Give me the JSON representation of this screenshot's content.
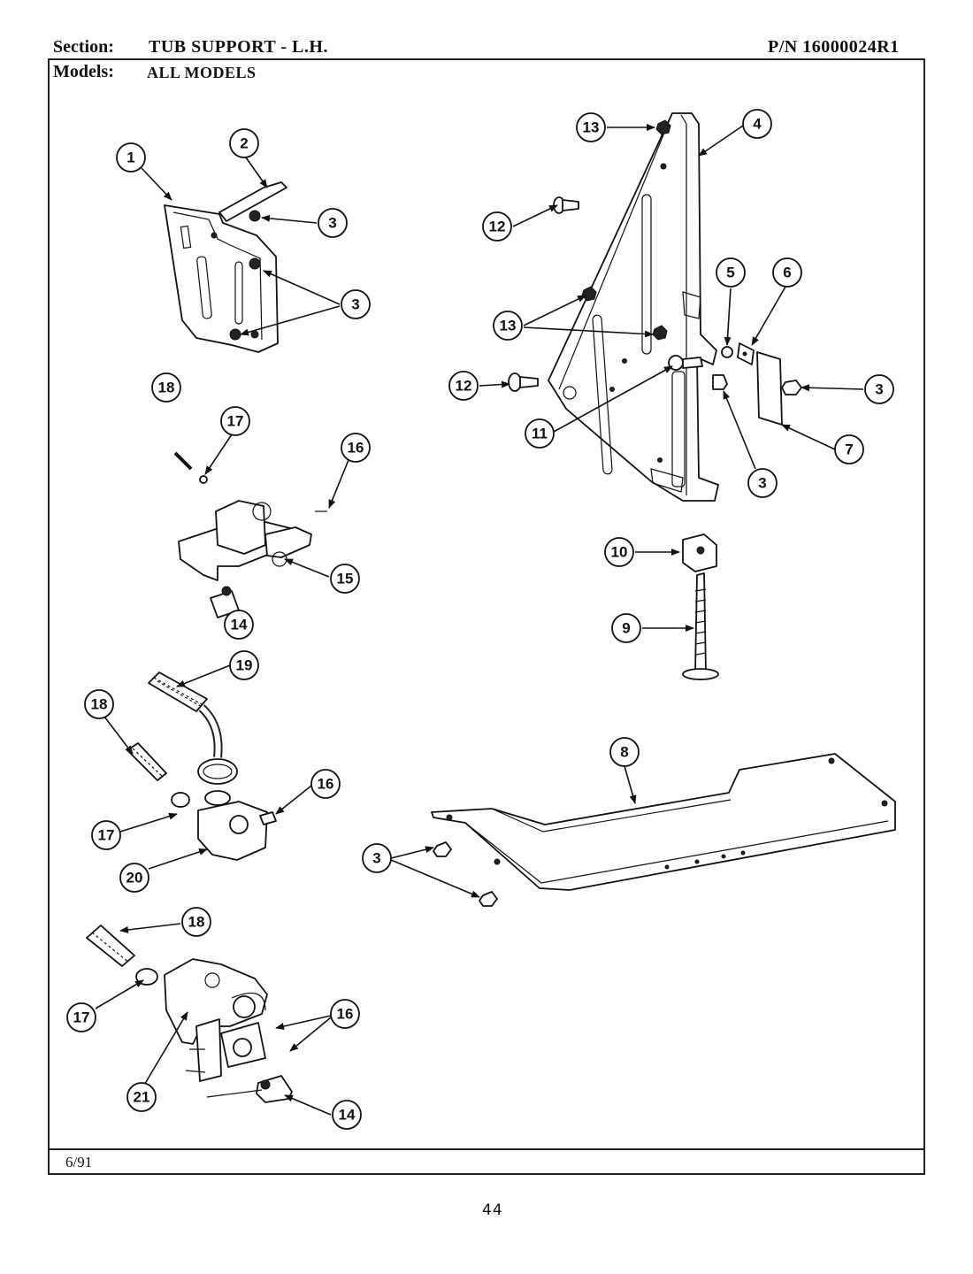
{
  "header": {
    "section_label": "Section:",
    "section_value": "TUB SUPPORT - L.H.",
    "models_label": "Models:",
    "models_value": "ALL MODELS",
    "part_number": "P/N 16000024R1"
  },
  "footer": {
    "date": "6/91",
    "page_number": "44"
  },
  "callouts": [
    "1",
    "2",
    "3",
    "3",
    "3",
    "4",
    "5",
    "6",
    "3",
    "7",
    "3",
    "11",
    "12",
    "12",
    "13",
    "13",
    "10",
    "9",
    "8",
    "3",
    "18",
    "17",
    "16",
    "15",
    "14",
    "19",
    "18",
    "16",
    "17",
    "20",
    "18",
    "17",
    "16",
    "21",
    "14"
  ],
  "icons": [
    "callout-circle",
    "arrow-leader"
  ]
}
